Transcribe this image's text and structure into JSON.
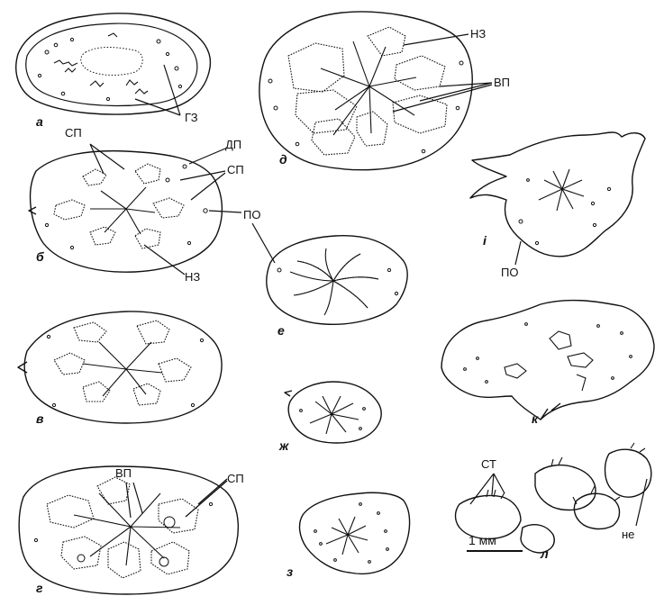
{
  "panels": {
    "a": "а",
    "b": "б",
    "v": "в",
    "g": "г",
    "d": "д",
    "e": "е",
    "zh": "ж",
    "z": "з",
    "i": "і",
    "k": "к",
    "l": "л"
  },
  "labels": {
    "gz": "ГЗ",
    "sp": "СП",
    "dp": "ДП",
    "po": "ПО",
    "nz": "НЗ",
    "vp": "ВП",
    "st": "СТ",
    "ne": "не"
  },
  "scale_bar": "1 мм"
}
